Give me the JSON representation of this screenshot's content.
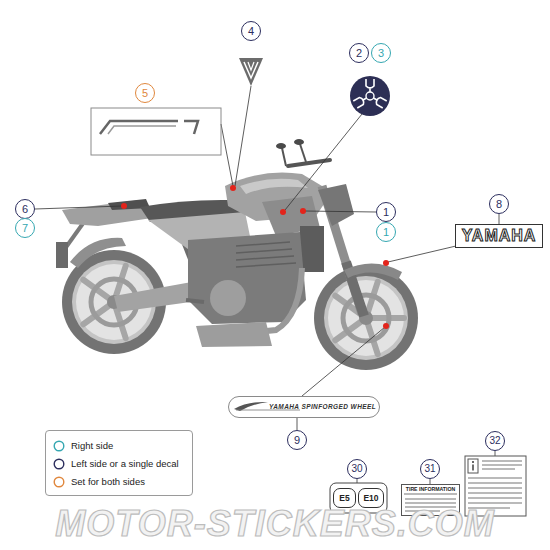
{
  "diagram": {
    "nodes": [
      {
        "text": [
          "4"
        ]
      },
      {
        "text": [
          "2"
        ]
      },
      {
        "text": [
          "3"
        ]
      },
      {
        "text": [
          "5"
        ]
      },
      {
        "text": [
          "8"
        ]
      },
      {
        "text": [
          "6"
        ]
      },
      {
        "text": [
          "1"
        ]
      },
      {
        "text": [
          "7"
        ]
      },
      {
        "text": [
          "1"
        ]
      },
      {
        "text": [
          "YAMAHA"
        ]
      },
      {
        "text": [
          "YAMAHA SPINFORGED WHEEL"
        ]
      },
      {
        "text": [
          "9"
        ]
      },
      {
        "text": [
          "32"
        ]
      },
      {
        "text": [
          "30"
        ]
      },
      {
        "text": [
          "31"
        ]
      },
      {
        "text": [
          "E5"
        ]
      },
      {
        "text": [
          "E10"
        ]
      },
      {
        "text": [
          "TIRE INFORMATION"
        ]
      }
    ],
    "edges": [
      {
        "from": 4,
        "to": 9,
        "arrow": "none"
      },
      {
        "from": 11,
        "to": 10,
        "arrow": "none"
      },
      {
        "from": 14,
        "to": 17,
        "arrow": "none"
      }
    ],
    "labels": [
      "MOTOR-STICKERS.COM"
    ],
    "legend": [
      {
        "text": "Right side",
        "color": "#35a7b1"
      },
      {
        "text": "Left side or a single decal",
        "color": "#2c2e5e"
      },
      {
        "text": "Set for both sides",
        "color": "#e0873d"
      }
    ]
  }
}
